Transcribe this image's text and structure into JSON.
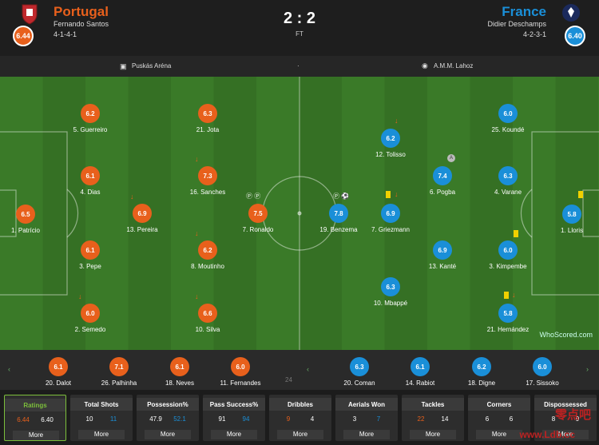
{
  "home": {
    "name": "Portugal",
    "manager": "Fernando Santos",
    "formation": "4-1-4-1",
    "rating": "6.44",
    "color": "#e8601c"
  },
  "away": {
    "name": "France",
    "manager": "Didier Deschamps",
    "formation": "4-2-3-1",
    "rating": "6.40",
    "color": "#1a8fd8"
  },
  "score": "2 : 2",
  "status": "FT",
  "venue": "Puskás Aréna",
  "separator": "·",
  "referee": "A.M.M. Lahoz",
  "home_players": [
    {
      "rating": "6.5",
      "label": "1. Patrício"
    },
    {
      "rating": "6.2",
      "label": "5. Guerreiro"
    },
    {
      "rating": "6.1",
      "label": "4. Dias"
    },
    {
      "rating": "6.1",
      "label": "3. Pepe"
    },
    {
      "rating": "6.0",
      "label": "2. Semedo"
    },
    {
      "rating": "6.9",
      "label": "13. Pereira"
    },
    {
      "rating": "6.3",
      "label": "21. Jota"
    },
    {
      "rating": "7.3",
      "label": "16. Sanches"
    },
    {
      "rating": "6.2",
      "label": "8. Moutinho"
    },
    {
      "rating": "6.6",
      "label": "10. Silva"
    },
    {
      "rating": "7.5",
      "label": "7. Ronaldo"
    }
  ],
  "away_players": [
    {
      "rating": "5.8",
      "label": "1. Lloris"
    },
    {
      "rating": "6.0",
      "label": "25. Koundé"
    },
    {
      "rating": "6.3",
      "label": "4. Varane"
    },
    {
      "rating": "6.0",
      "label": "3. Kimpembe"
    },
    {
      "rating": "5.8",
      "label": "21. Hernández"
    },
    {
      "rating": "7.4",
      "label": "6. Pogba"
    },
    {
      "rating": "6.9",
      "label": "13. Kanté"
    },
    {
      "rating": "6.2",
      "label": "12. Tolisso"
    },
    {
      "rating": "6.9",
      "label": "7. Griezmann"
    },
    {
      "rating": "6.3",
      "label": "10. Mbappé"
    },
    {
      "rating": "7.8",
      "label": "19. Benzema"
    }
  ],
  "home_subs": [
    {
      "rating": "6.1",
      "label": "20. Dalot"
    },
    {
      "rating": "7.1",
      "label": "26. Palhinha"
    },
    {
      "rating": "6.1",
      "label": "18. Neves"
    },
    {
      "rating": "6.0",
      "label": "11. Fernandes"
    }
  ],
  "away_subs": [
    {
      "rating": "6.3",
      "label": "20. Coman"
    },
    {
      "rating": "6.1",
      "label": "14. Rabiot"
    },
    {
      "rating": "6.2",
      "label": "18. Digne"
    },
    {
      "rating": "6.0",
      "label": "17. Sissoko"
    }
  ],
  "bench_minute": "24",
  "brand": "WhoScored.com",
  "stats": [
    {
      "title": "Ratings",
      "home": "6.44",
      "away": "6.40",
      "more": "More"
    },
    {
      "title": "Total Shots",
      "home": "10",
      "away": "11",
      "more": "More"
    },
    {
      "title": "Possession%",
      "home": "47.9",
      "away": "52.1",
      "more": "More"
    },
    {
      "title": "Pass Success%",
      "home": "91",
      "away": "94",
      "more": "More"
    },
    {
      "title": "Dribbles",
      "home": "9",
      "away": "4",
      "more": "More"
    },
    {
      "title": "Aerials Won",
      "home": "3",
      "away": "7",
      "more": "More"
    },
    {
      "title": "Tackles",
      "home": "22",
      "away": "14",
      "more": "More"
    },
    {
      "title": "Corners",
      "home": "6",
      "away": "6",
      "more": "More"
    },
    {
      "title": "Dispossessed",
      "home": "8",
      "away": "9",
      "more": "More"
    }
  ],
  "watermark": {
    "line1": "零点吧",
    "line2": "www.Ldb.cc"
  }
}
